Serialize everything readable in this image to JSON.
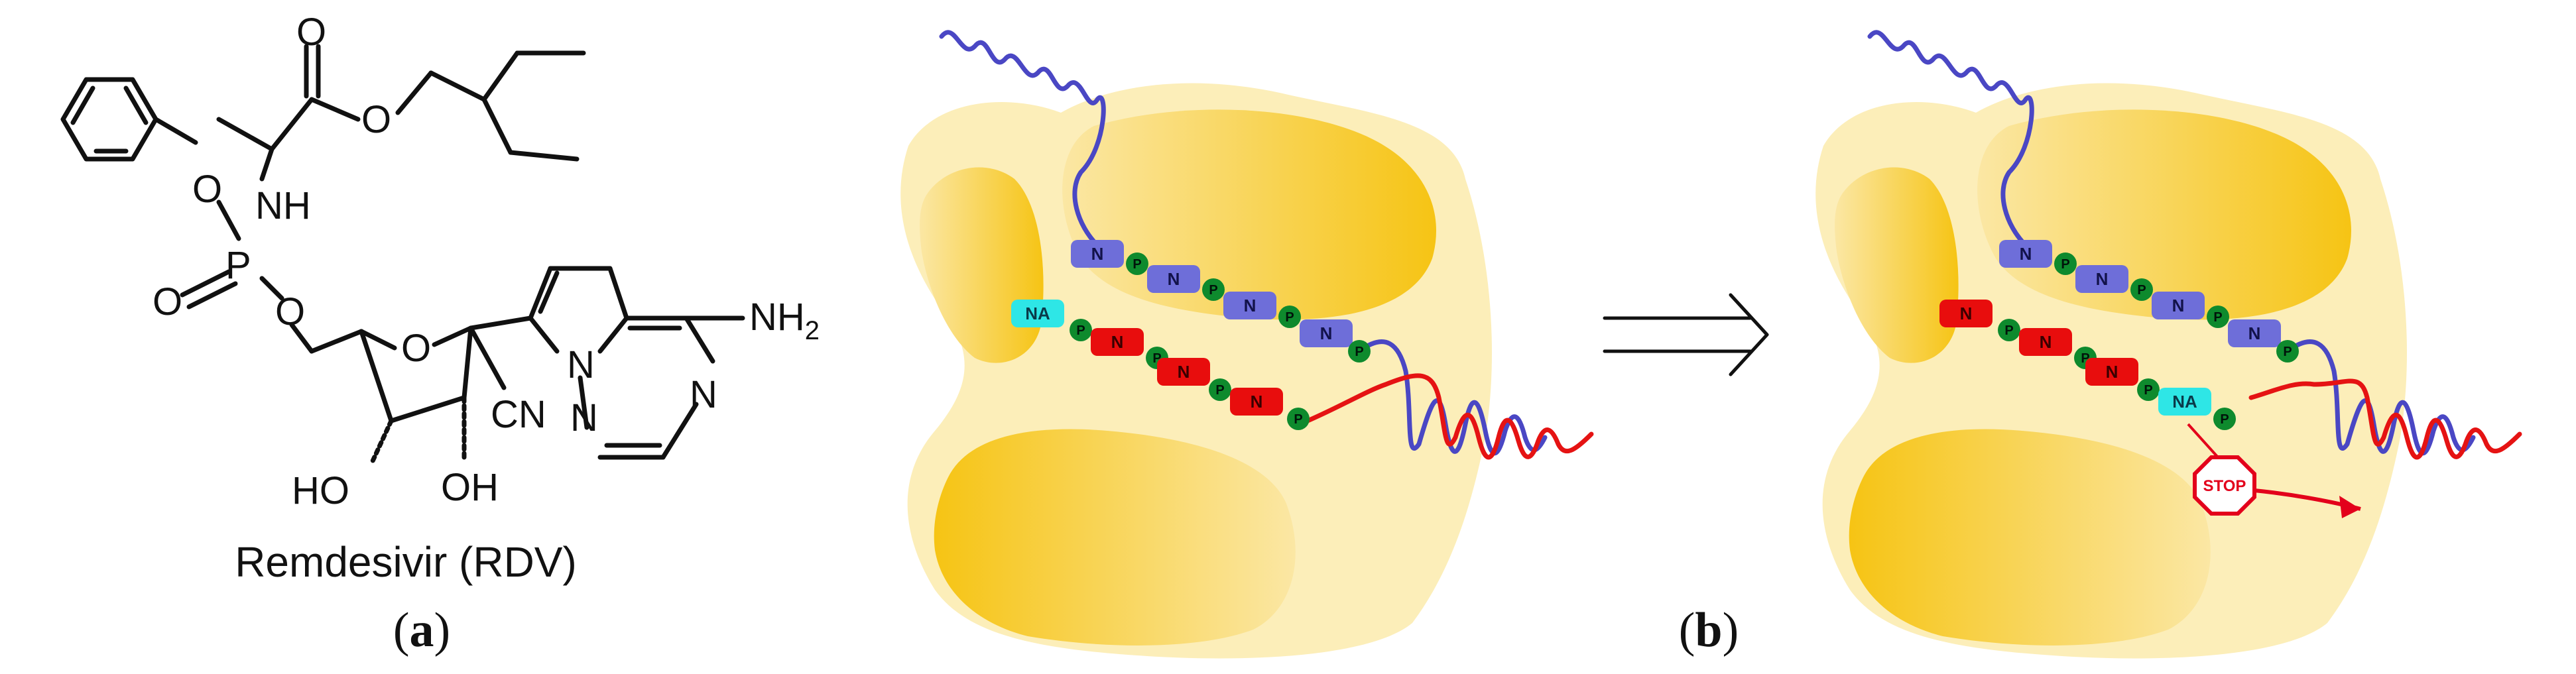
{
  "panel_a": {
    "label_open": "(",
    "label_letter": "a",
    "label_close": ")",
    "compound_name": "Remdesivir (RDV)",
    "atoms": {
      "o_ester_carbonyl": "O",
      "o_ester": "O",
      "o_phenoxy": "O",
      "nh": "NH",
      "p": "P",
      "o_phosphoryl": "O",
      "o_5prime": "O",
      "o_ring": "O",
      "nh2_main": "NH",
      "nh2_sub": "2",
      "n_pyrrole": "N",
      "n_triazine_1": "N",
      "n_triazine_2": "N",
      "cn": "CN",
      "ho_left": "HO",
      "oh_right": "OH"
    }
  },
  "panel_b": {
    "label_open": "(",
    "label_letter": "b",
    "label_close": ")",
    "nucleotide_label": "N",
    "phosphate_label": "P",
    "analog_label": "NA",
    "stop_label": "STOP"
  },
  "colors": {
    "enzyme_light": "#fbe9a8",
    "enzyme_dark": "#f6c31a",
    "template_strand": "#4a47c4",
    "template_box": "#6e6ed9",
    "nascent_strand": "#e51313",
    "nascent_box": "#e80d0d",
    "phosphate": "#0e8a2d",
    "analog_box": "#2ee6e6",
    "stop_sign": "#e3001b"
  },
  "icons": {
    "arrow": "double-line-arrow-icon",
    "stop": "stop-sign-icon"
  }
}
